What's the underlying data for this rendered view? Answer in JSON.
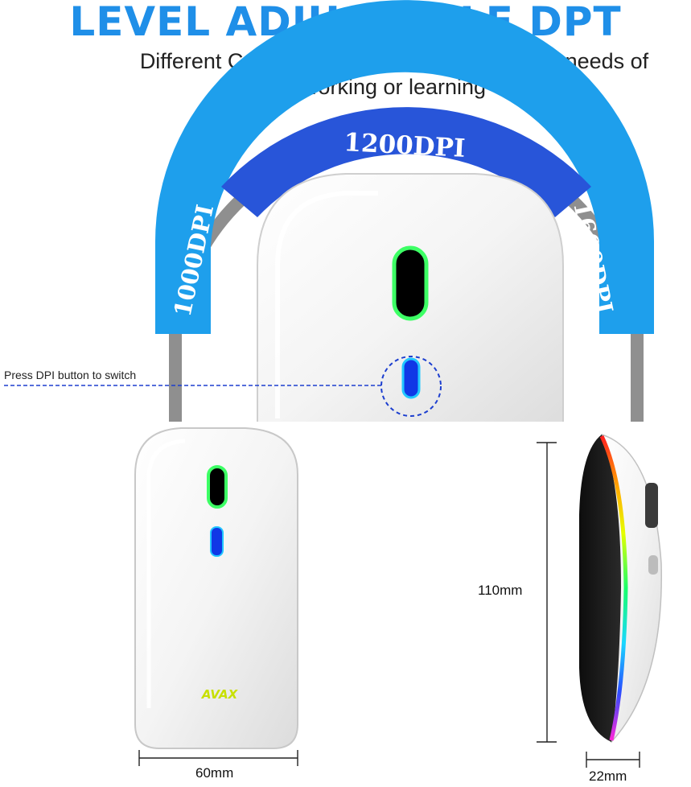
{
  "header": {
    "title": "LEVEL ADJUSTABLE DPT",
    "subtitle_line1": "Different Cursor Speeds meet your different needs of",
    "subtitle_line2": "working or learning"
  },
  "dpi_arc": {
    "left_label": "1000DPI",
    "center_label": "1200DPI",
    "right_label": "1600DPI",
    "colors": {
      "left": "#1e9fec",
      "center": "#2855d9",
      "right": "#1e9fec",
      "ring": "#8f8f8f"
    }
  },
  "callout": {
    "dpi_button_text": "Press DPI button to switch"
  },
  "dimensions": {
    "height": "110mm",
    "width": "60mm",
    "depth": "22mm"
  },
  "logo": {
    "text": "AVAX"
  }
}
